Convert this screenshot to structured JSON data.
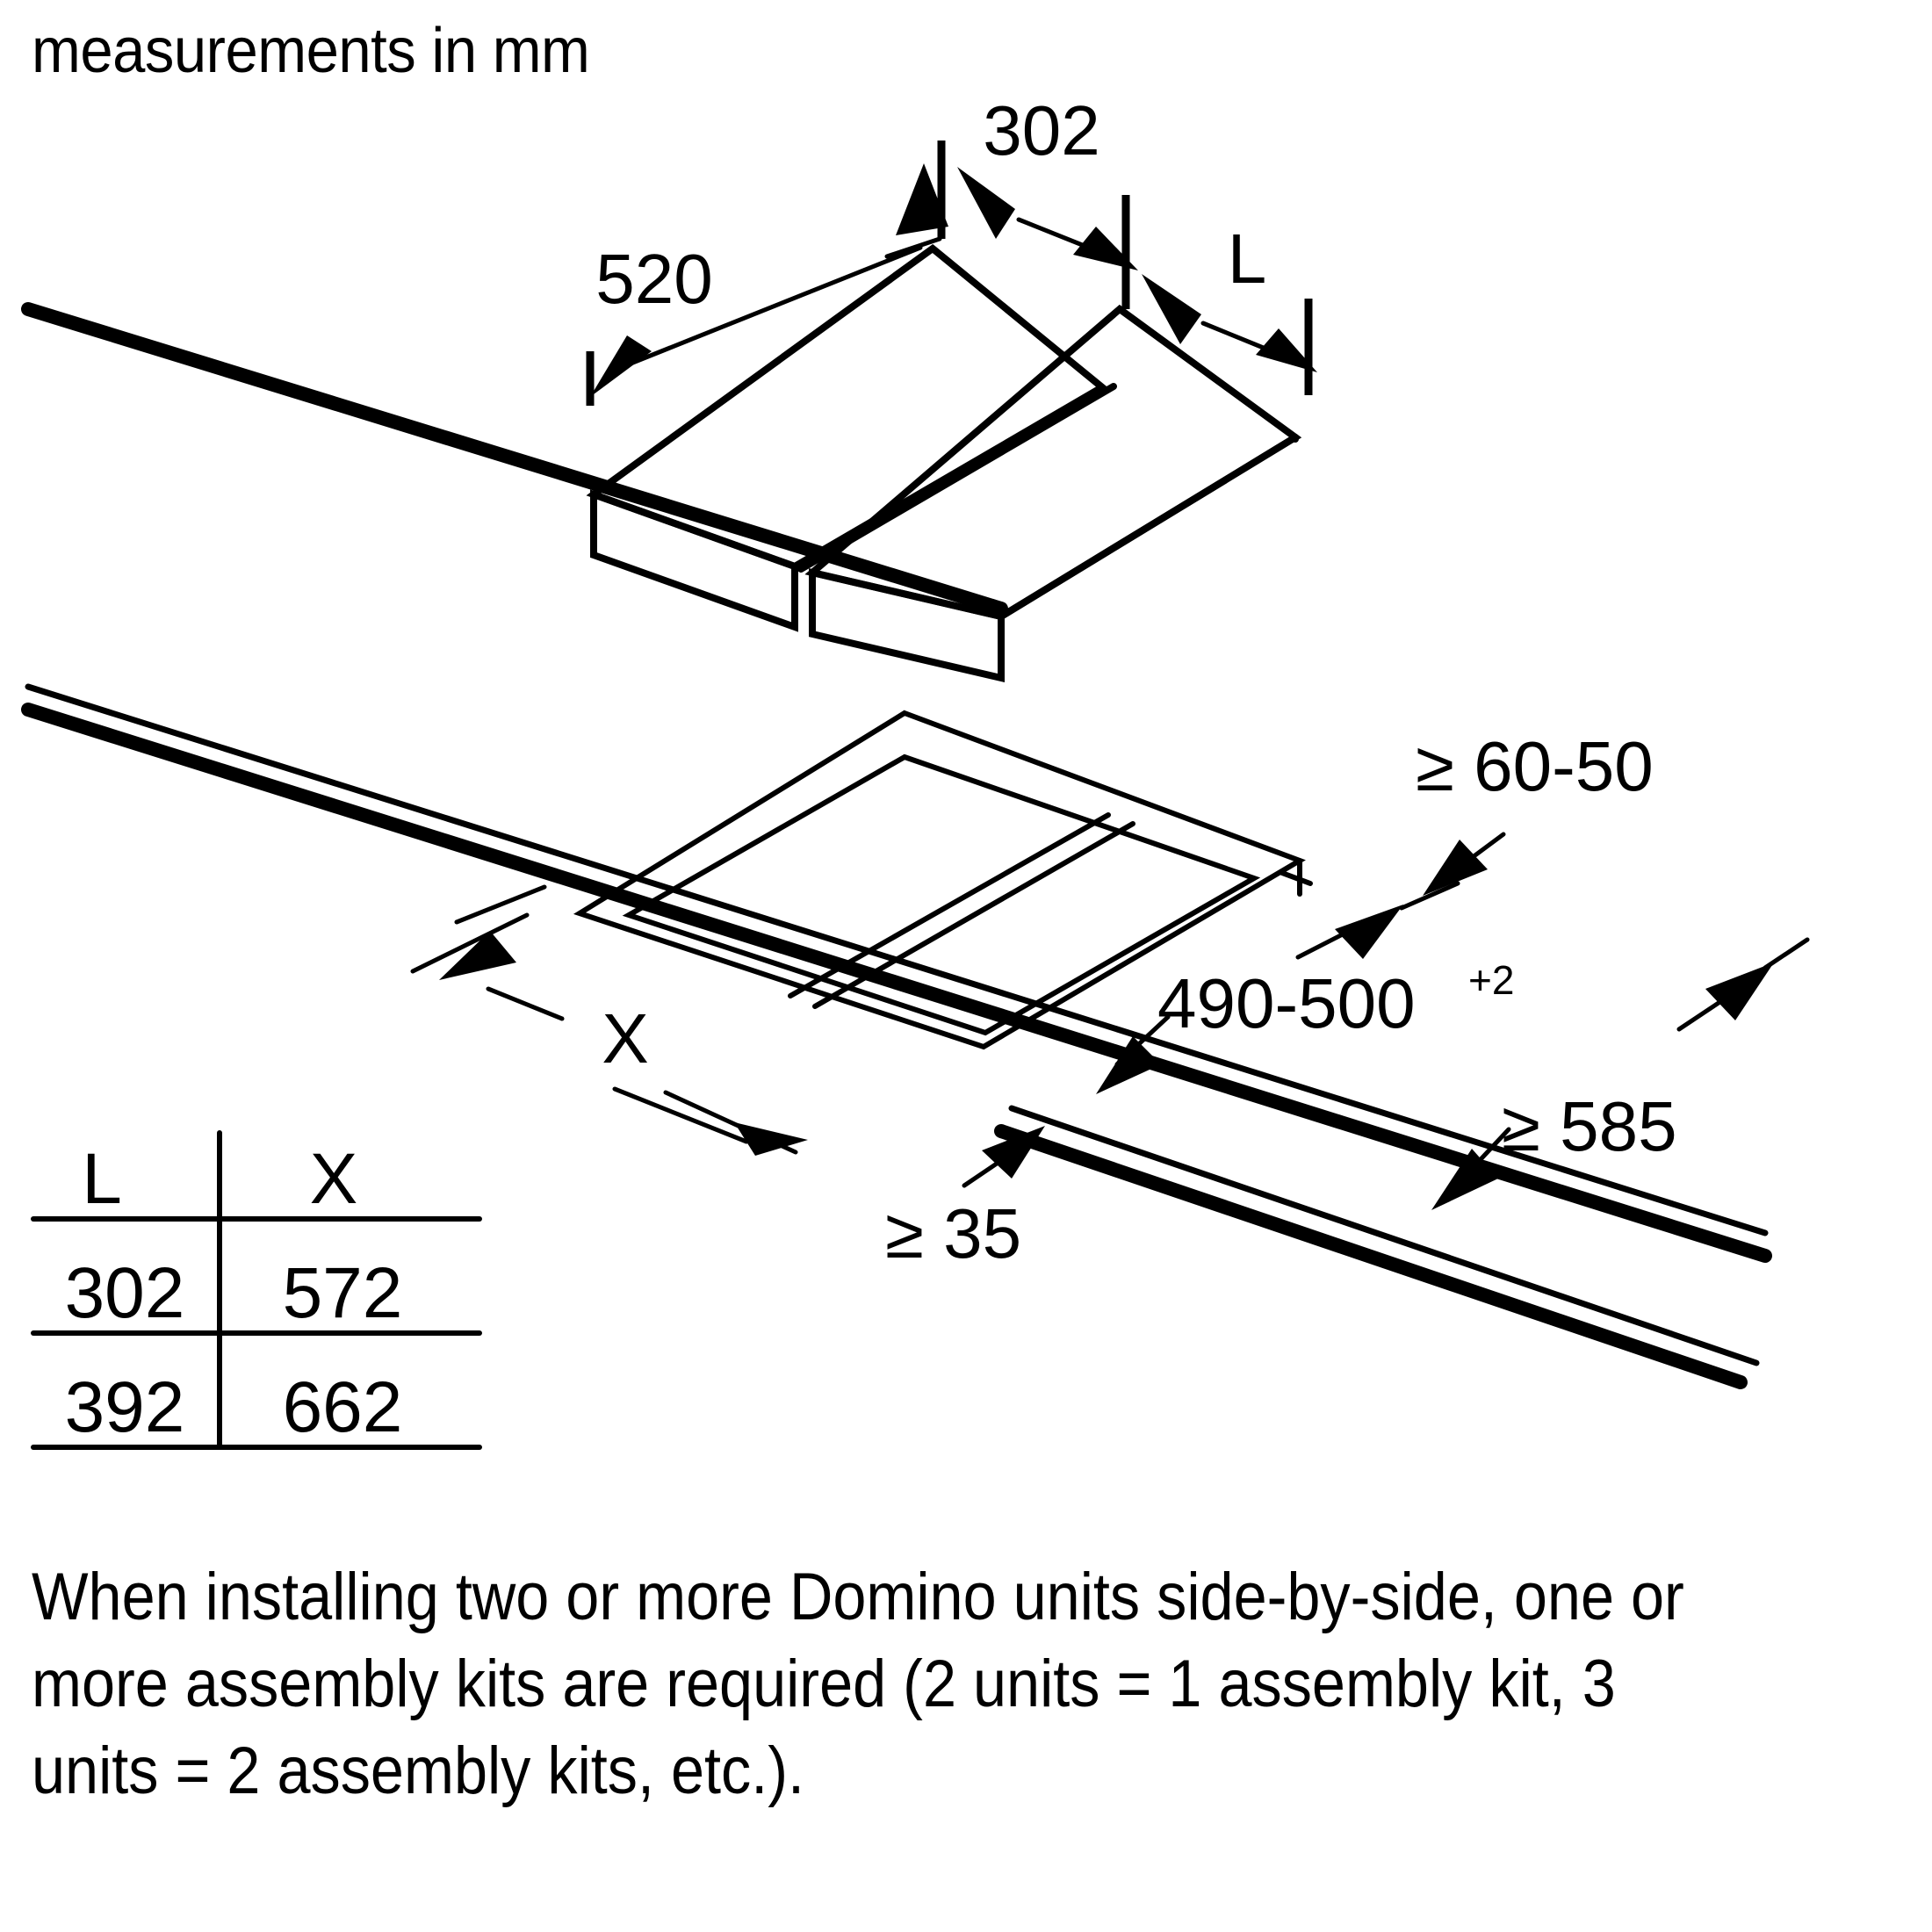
{
  "header": {
    "title": "measurements in mm"
  },
  "note": {
    "text": "When installing two or more Domino units side-by-side, one or more assembly kits are required (2 units = 1 assembly kit, 3 units = 2 assembly kits, etc.)."
  },
  "dimensions": {
    "appliance_depth": "520",
    "appliance_width": "302",
    "appliance_width_symbol": "L",
    "cutout_gap_top": "≥ 60-50",
    "cutout_depth": "490-500",
    "cutout_depth_tolerance": "+2",
    "cutout_front_edge": "≥ 35",
    "cutout_width_symbol": "X",
    "worktop_depth": "≥ 585"
  },
  "table": {
    "headers": [
      "L",
      "X"
    ],
    "rows": [
      [
        "302",
        "572"
      ],
      [
        "392",
        "662"
      ]
    ]
  },
  "colors": {
    "ink": "#000000",
    "paper": "#ffffff"
  }
}
